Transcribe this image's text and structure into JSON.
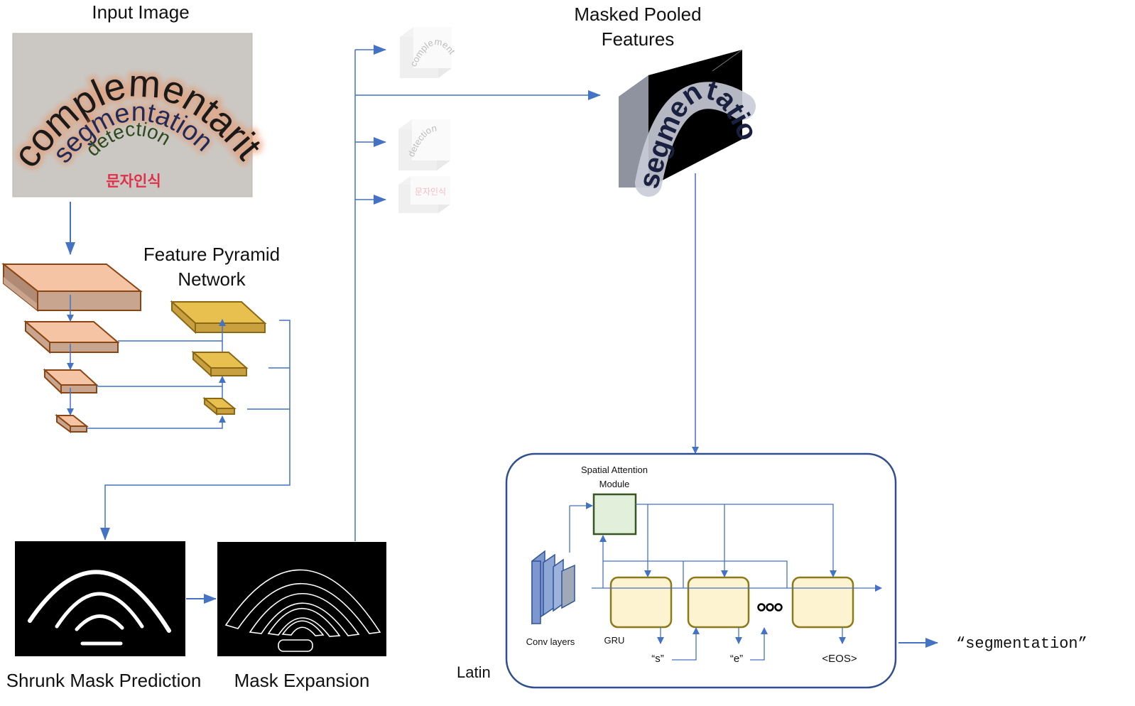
{
  "labels": {
    "input_image": "Input Image",
    "fpn_line1": "Feature Pyramid",
    "fpn_line2": "Network",
    "masked_line1": "Masked Pooled",
    "masked_line2": "Features",
    "shrunk_mask": "Shrunk Mask Prediction",
    "mask_expansion": "Mask Expansion",
    "latin": "Latin",
    "sam_line1": "Spatial Attention",
    "sam_line2": "Module",
    "conv_layers": "Conv layers",
    "gru": "GRU",
    "output_s": "“s”",
    "output_e": "“e”",
    "output_eos": "<EOS>",
    "final_output": "“segmentation”"
  },
  "input_image_text": {
    "word1": "complementarity",
    "word2": "segmentation",
    "word3": "detection",
    "word4": "문자인식"
  },
  "feature_words": {
    "complementarity": "complementarity",
    "segmentation": "segmentation",
    "detection": "detection",
    "korean": "문자인식"
  },
  "colors": {
    "arrow": "#4472c4",
    "backbone_face": "#c8a58f",
    "backbone_top": "#f4c4a4",
    "backbone_edge": "#8b4513",
    "fpn_face": "#c8a040",
    "fpn_top": "#e8c050",
    "fpn_edge": "#8b6914",
    "gru_fill": "#fdf3d0",
    "gru_edge": "#8b7a1a",
    "sam_fill": "#e2efda",
    "sam_edge": "#375623",
    "decoder_border": "#2f4f8f"
  }
}
